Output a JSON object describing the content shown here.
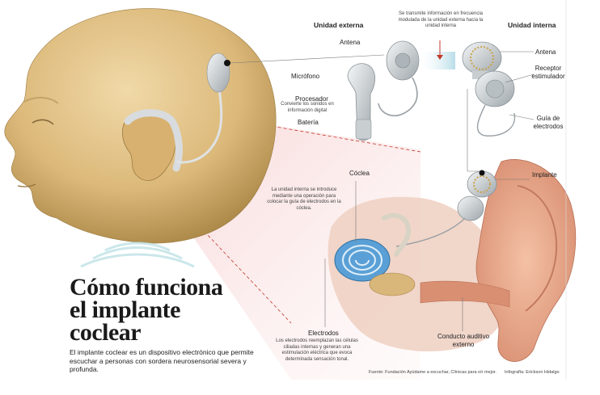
{
  "headers": {
    "external": "Unidad externa",
    "internal": "Unidad interna"
  },
  "transmission_note": "Se transmite información en frecuencia modulada de la unidad externa hacia la unidad interna",
  "labels": {
    "antena_ext": "Antena",
    "microfono": "Micrófono",
    "procesador": "Procesador",
    "procesador_desc": "Convierte los sonidos en información digital",
    "bateria": "Batería",
    "antena_int": "Antena",
    "receptor": "Receptor estimulador",
    "guia": "Guía de electrodos",
    "implante": "Implante",
    "coclea": "Cóclea",
    "electrodos": "Electrodos",
    "conducto": "Conducto auditivo externo"
  },
  "notes": {
    "internal_unit": "La unidad interna se introduce mediante una operación para colocar la guía de electrodos en la cóclea.",
    "electrodos_desc": "Los electrodos reemplazan las células ciliadas internas y generan una estimulación eléctrica que evoca determinada sensación tonal."
  },
  "title": {
    "line1": "Cómo funciona",
    "line2": "el implante",
    "line3": "coclear"
  },
  "intro": "El implante coclear es un dispositivo electrónico que permite escuchar a personas con sordera neurosensorial severa y profunda.",
  "footer": {
    "source": "Fuente: Fundación Ayúdame a escuchar, Clínicas para oír mejor.",
    "credit": "Infografía: Erickson Hidalgo"
  },
  "colors": {
    "skin": "#e3c48a",
    "skin_shadow": "#b8944f",
    "ear": "#e8a48a",
    "device": "#cfd3d6",
    "cochlea": "#5aa0d6",
    "accent": "#c0392b"
  }
}
